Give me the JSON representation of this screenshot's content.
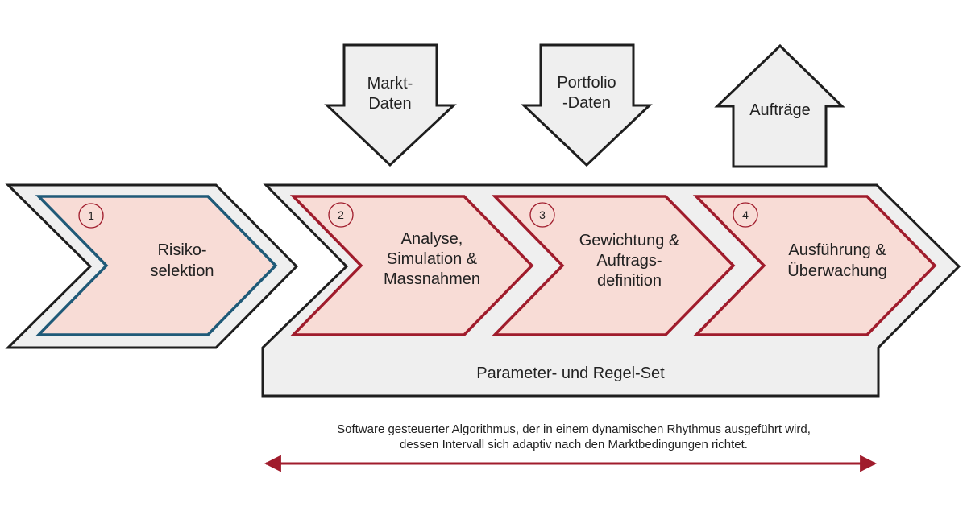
{
  "inputs": [
    {
      "line1": "Markt-",
      "line2": "Daten"
    },
    {
      "line1": "Portfolio",
      "line2": "-Daten"
    }
  ],
  "output": {
    "label": "Aufträge"
  },
  "steps": [
    {
      "number": "1",
      "lines": [
        "Risiko-",
        "selektion"
      ]
    },
    {
      "number": "2",
      "lines": [
        "Analyse,",
        "Simulation &",
        "Massnahmen"
      ]
    },
    {
      "number": "3",
      "lines": [
        "Gewichtung &",
        "Auftrags-",
        "definition"
      ]
    },
    {
      "number": "4",
      "lines": [
        "Ausführung &",
        "Überwachung"
      ]
    }
  ],
  "base_label": "Parameter- und Regel-Set",
  "footnote": {
    "line1": "Software gesteuerter Algorithmus, der in einem dynamischen Rhythmus ausgeführt wird,",
    "line2": "dessen Intervall sich adaptiv nach den Marktbedingungen richtet."
  },
  "colors": {
    "step1_border": "#1f5a78",
    "step_border": "#a01c2c",
    "step_fill": "#f8dcd6",
    "gray_fill": "#efefef",
    "outline": "#1e1e1e",
    "arrow": "#a01c2c"
  }
}
